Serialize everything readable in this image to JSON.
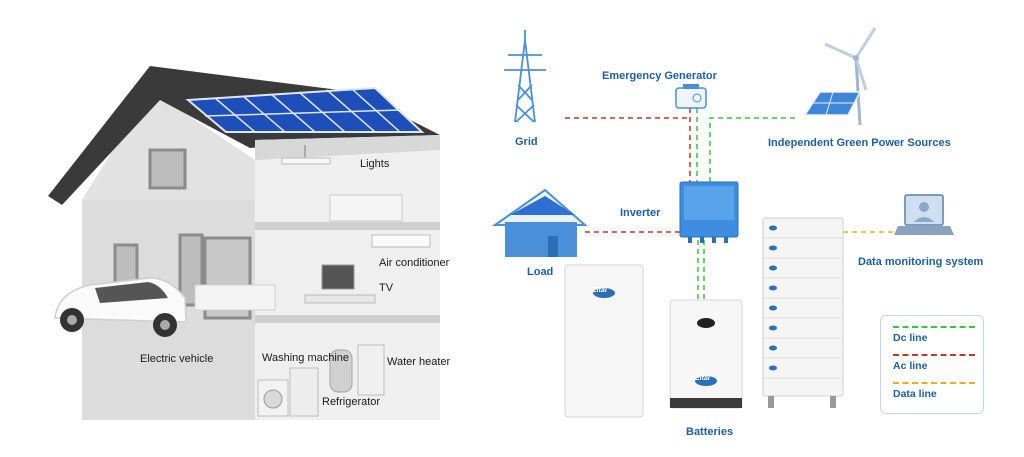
{
  "house_labels": {
    "lights": "Lights",
    "air_conditioner": "Air conditioner",
    "tv": "TV",
    "electric_vehicle": "Electric vehicle",
    "washing_machine": "Washing machine",
    "water_heater": "Water heater",
    "refrigerator": "Refrigerator"
  },
  "system_labels": {
    "emergency_generator": "Emergency Generator",
    "grid": "Grid",
    "independent_green_power": "Independent Green Power Sources",
    "inverter": "Inverter",
    "load": "Load",
    "data_monitoring": "Data monitoring system",
    "batteries": "Batteries"
  },
  "battery_brand": "Eitai",
  "legend": {
    "items": [
      {
        "label": "Dc line",
        "color": "#3cc43c"
      },
      {
        "label": "Ac line",
        "color": "#c0392b"
      },
      {
        "label": "Data line",
        "color": "#f0a830"
      }
    ]
  },
  "colors": {
    "dc_line": "#3cc43c",
    "ac_line": "#c0392b",
    "data_line": "#f0a830",
    "label_blue": "#1d5fa3",
    "icon_blue": "#4a90d9"
  }
}
